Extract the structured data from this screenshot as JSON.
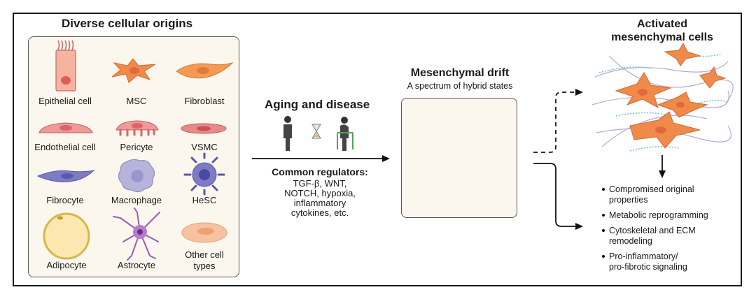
{
  "left_panel": {
    "title": "Diverse cellular origins",
    "cells": {
      "epithelial": "Epithelial cell",
      "msc": "MSC",
      "fibroblast": "Fibroblast",
      "endothelial": "Endothelial cell",
      "pericyte": "Pericyte",
      "vsmc": "VSMC",
      "fibrocyte": "Fibrocyte",
      "macrophage": "Macrophage",
      "hesc": "HeSC",
      "adipocyte": "Adipocyte",
      "astrocyte": "Astrocyte",
      "other_line1": "Other cell",
      "other_line2": "types"
    }
  },
  "middle": {
    "title": "Aging and disease",
    "regulators_title": "Common regulators:",
    "regulators_lines": [
      "TGF-β, WNT,",
      "NOTCH, hypoxia,",
      "inflammatory",
      "cytokines, etc."
    ]
  },
  "drift": {
    "title": "Mesenchymal drift",
    "subtitle": "A spectrum of hybrid states"
  },
  "right": {
    "title_line1": "Activated",
    "title_line2": "mesenchymal cells",
    "bullets": [
      [
        "Compromised original",
        "properties"
      ],
      [
        "Metabolic reprogramming"
      ],
      [
        "Cytoskeletal and ECM",
        "remodeling"
      ],
      [
        "Pro-inflammatory/",
        "pro-fibrotic signaling"
      ]
    ]
  },
  "colors": {
    "orange": "#f08a4b",
    "pink": "#f2a0a0",
    "red": "#d9646a",
    "purple": "#7d7bc4",
    "lavender": "#b7b4dc",
    "blue": "#3b86c6",
    "teal": "#4fb3ae",
    "yellow": "#f6d77a",
    "violet": "#9a5bb5"
  }
}
